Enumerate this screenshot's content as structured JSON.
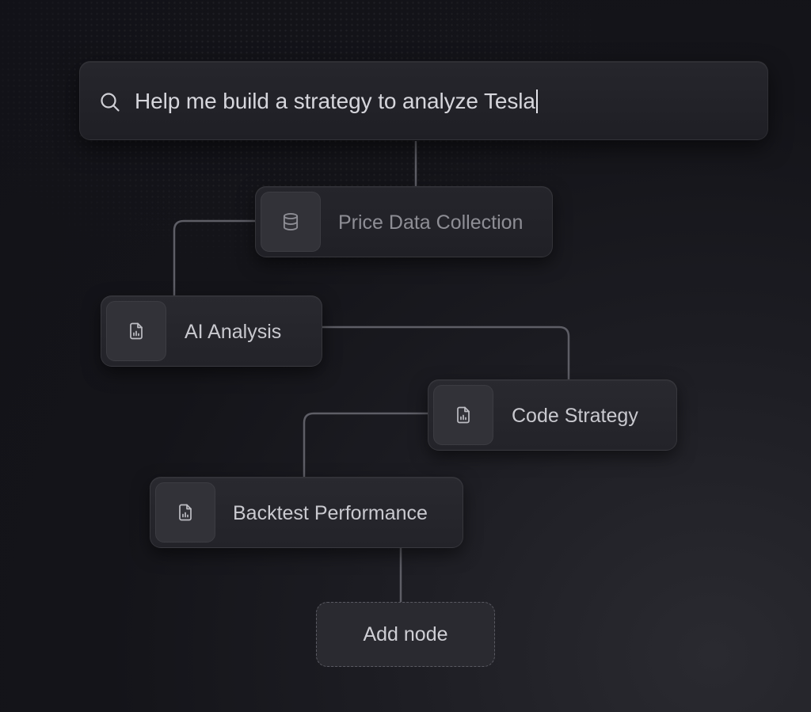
{
  "search": {
    "query": "Help me build a strategy to analyze Tesla"
  },
  "nodes": [
    {
      "label": "Price Data Collection",
      "icon": "database-icon"
    },
    {
      "label": "AI Analysis",
      "icon": "file-chart-icon"
    },
    {
      "label": "Code Strategy",
      "icon": "file-chart-icon"
    },
    {
      "label": "Backtest Performance",
      "icon": "file-chart-icon"
    }
  ],
  "add_node": {
    "label": "Add node"
  },
  "colors": {
    "background": "#141419",
    "node_background": "#26262c",
    "text_primary": "#c9c9cf",
    "text_dim": "#8e8e95",
    "connector": "#6a6a72"
  }
}
